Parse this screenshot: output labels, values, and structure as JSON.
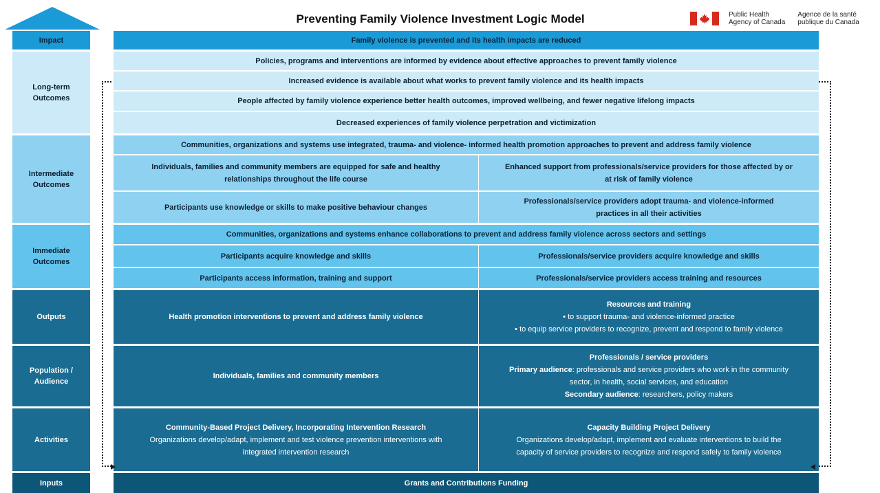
{
  "title": "Preventing Family Violence Investment Logic Model",
  "logo": {
    "en_line1": "Public Health",
    "en_line2": "Agency of Canada",
    "fr_line1": "Agence de la santé",
    "fr_line2": "publique du Canada"
  },
  "levels": {
    "impact": "Impact",
    "long_term_1": "Long-term",
    "long_term_2": "Outcomes",
    "intermediate_1": "Intermediate",
    "intermediate_2": "Outcomes",
    "immediate_1": "Immediate",
    "immediate_2": "Outcomes",
    "outputs": "Outputs",
    "population_1": "Population /",
    "population_2": "Audience",
    "activities": "Activities",
    "inputs": "Inputs"
  },
  "impact": "Family violence is prevented and its health impacts are reduced",
  "long_term": [
    "Policies, programs and interventions are informed by evidence about effective approaches to prevent family violence",
    "Increased evidence is available about what works to prevent family violence and its health impacts",
    "People affected  by family violence experience better health outcomes, improved wellbeing, and fewer negative lifelong impacts",
    "Decreased experiences of family violence perpetration and victimization"
  ],
  "intermediate": {
    "full": "Communities, organizations and systems use integrated, trauma- and violence- informed health promotion approaches to prevent and address family violence",
    "left_1_a": "Individuals, families and community members are equipped for safe and healthy",
    "left_1_b": "relationships throughout the life course",
    "right_1_a": "Enhanced support from professionals/service providers for those affected by or",
    "right_1_b": "at risk of family violence",
    "left_2": "Participants use knowledge or skills to make positive behaviour changes",
    "right_2_a": "Professionals/service providers adopt trauma- and violence-informed",
    "right_2_b": "practices in all their activities"
  },
  "immediate": {
    "full": "Communities, organizations and systems enhance collaborations to prevent and address family violence across sectors and settings",
    "left_1": "Participants acquire knowledge and skills",
    "right_1": "Professionals/service providers acquire knowledge and skills",
    "left_2": "Participants access information, training and support",
    "right_2": "Professionals/service providers access training and resources"
  },
  "outputs": {
    "left": "Health promotion interventions to prevent and address family violence",
    "right_title": "Resources and training",
    "right_b1": "• to support trauma- and violence-informed practice",
    "right_b2": "• to equip service providers to recognize, prevent and respond to family violence"
  },
  "population": {
    "left": "Individuals, families and community members",
    "right_title": "Professionals / service providers",
    "primary_label": "Primary audience",
    "primary_a": ": professionals and service providers who work in the community",
    "primary_b": "sector, in health, social services, and education",
    "secondary_label": "Secondary audience",
    "secondary": ": researchers, policy makers"
  },
  "activities": {
    "left_title": "Community-Based Project Delivery, Incorporating Intervention Research",
    "left_a": "Organizations develop/adapt, implement and test violence prevention interventions with",
    "left_b": "integrated intervention research",
    "right_title": "Capacity Building Project Delivery",
    "right_a": "Organizations develop/adapt, implement and evaluate interventions to build the",
    "right_b": "capacity of service providers to recognize and respond safely to family violence"
  },
  "inputs": "Grants and Contributions Funding",
  "colors": {
    "impact": "#1a9ad6",
    "long_term": "#cdeaf8",
    "intermediate": "#8fd1f0",
    "immediate": "#62c3ec",
    "outputs_population_activities": "#1b6c92",
    "inputs": "#0e5677",
    "canada_red": "#d52b1e"
  }
}
